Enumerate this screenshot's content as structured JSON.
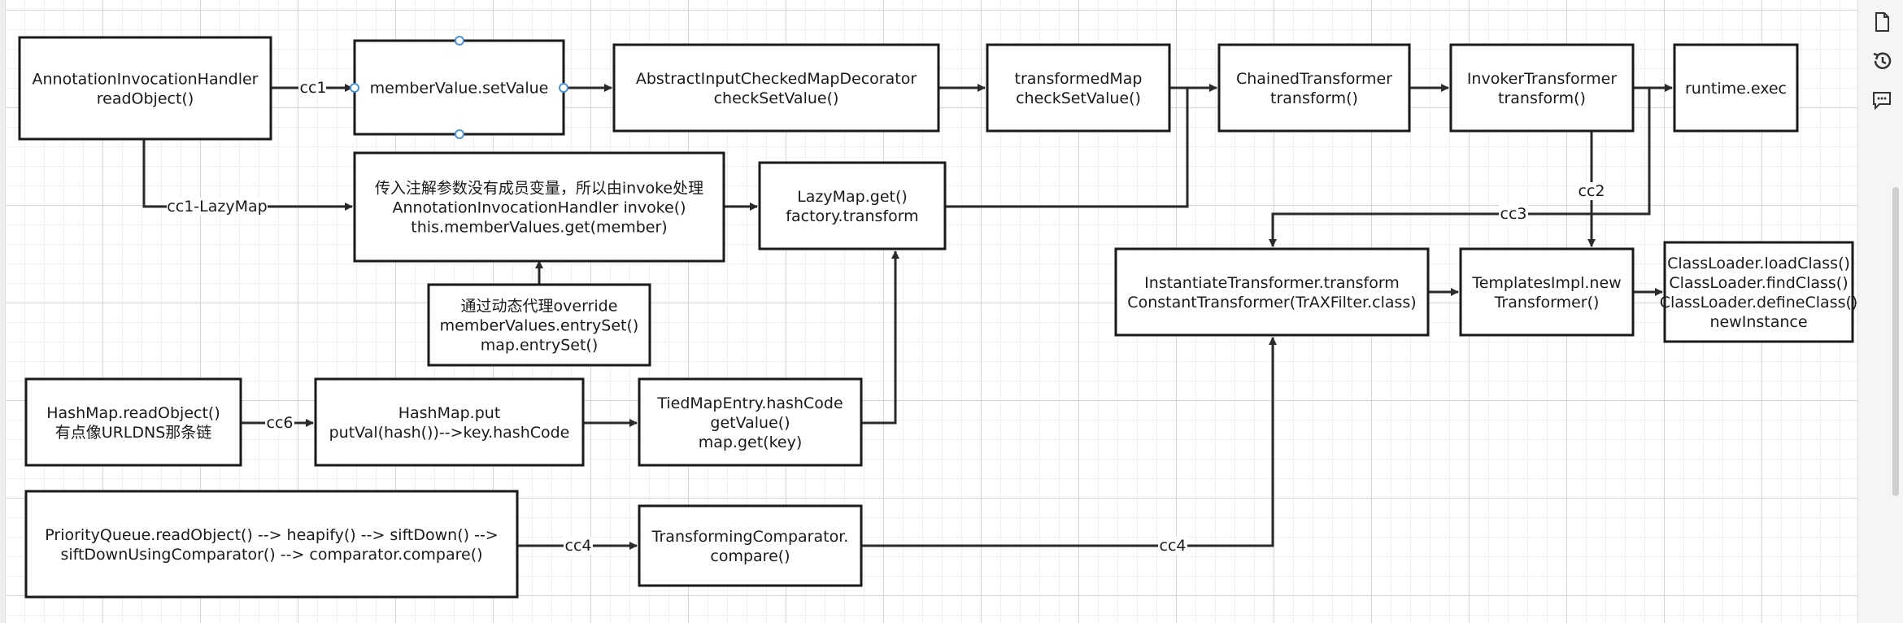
{
  "diagram": {
    "nodes": [
      {
        "id": "aih",
        "lines": [
          "AnnotationInvocationHandler",
          "readObject()"
        ]
      },
      {
        "id": "msv",
        "lines": [
          "memberValue.setValue"
        ]
      },
      {
        "id": "aic",
        "lines": [
          "AbstractInputCheckedMapDecorator",
          "checkSetValue()"
        ]
      },
      {
        "id": "tm",
        "lines": [
          "transformedMap",
          "checkSetValue()"
        ]
      },
      {
        "id": "ct",
        "lines": [
          "ChainedTransformer",
          "transform()"
        ]
      },
      {
        "id": "it",
        "lines": [
          "InvokerTransformer",
          "transform()"
        ]
      },
      {
        "id": "re",
        "lines": [
          "runtime.exec"
        ]
      },
      {
        "id": "aiv",
        "lines": [
          "传入注解参数没有成员变量，所以由invoke处理",
          "AnnotationInvocationHandler invoke()",
          "this.memberValues.get(member)"
        ]
      },
      {
        "id": "lm",
        "lines": [
          "LazyMap.get()",
          "factory.transform"
        ]
      },
      {
        "id": "dp",
        "lines": [
          "通过动态代理override",
          "memberValues.entrySet()",
          "map.entrySet()"
        ]
      },
      {
        "id": "inst",
        "lines": [
          "InstantiateTransformer.transform",
          "ConstantTransformer(TrAXFilter.class)"
        ]
      },
      {
        "id": "tpl",
        "lines": [
          "TemplatesImpl.new",
          "Transformer()"
        ]
      },
      {
        "id": "cl",
        "lines": [
          "ClassLoader.loadClass()",
          "ClassLoader.findClass()",
          "ClassLoader.defineClass()",
          "newInstance"
        ]
      },
      {
        "id": "hm",
        "lines": [
          "HashMap.readObject()",
          "有点像URLDNS那条链"
        ]
      },
      {
        "id": "hmp",
        "lines": [
          "HashMap.put",
          "putVal(hash())-->key.hashCode"
        ]
      },
      {
        "id": "tme",
        "lines": [
          "TiedMapEntry.hashCode",
          "getValue()",
          "map.get(key)"
        ]
      },
      {
        "id": "pq",
        "lines": [
          "PriorityQueue.readObject() --> heapify() --> siftDown() -->",
          "siftDownUsingComparator() --> comparator.compare()"
        ]
      },
      {
        "id": "tc",
        "lines": [
          "TransformingComparator.",
          "compare()"
        ]
      }
    ],
    "edge_labels": {
      "cc1": "cc1",
      "cc1_lazymap": "cc1-LazyMap",
      "cc2": "cc2",
      "cc3": "cc3",
      "cc6": "cc6",
      "cc4_a": "cc4",
      "cc4_b": "cc4"
    }
  },
  "toolbar": {
    "items": [
      {
        "id": "format",
        "icon": "page-icon"
      },
      {
        "id": "history",
        "icon": "history-icon"
      },
      {
        "id": "comments",
        "icon": "comment-icon"
      }
    ]
  }
}
